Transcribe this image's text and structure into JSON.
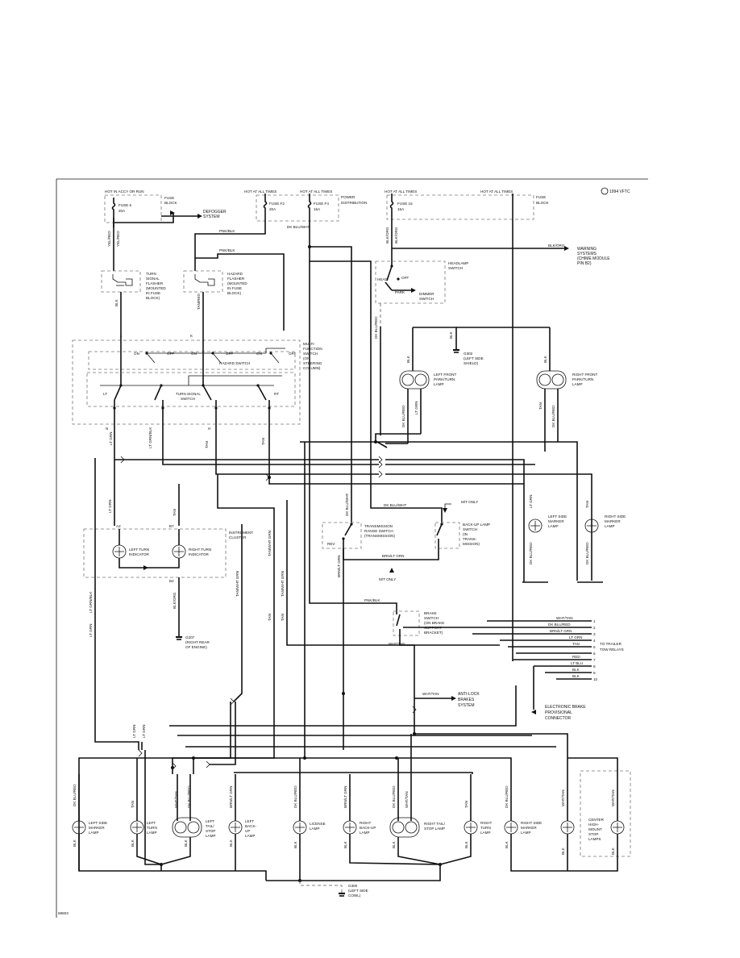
{
  "top": {
    "fuse_block_1": {
      "hot": "HOT IN ACCY OR RUN",
      "fuse": "FUSE 6",
      "amp": "20A",
      "label1": "FUSE",
      "label2": "BLOCK"
    },
    "fuse_block_2": {
      "hot1": "HOT AT ALL TIMES",
      "hot2": "HOT AT ALL TIMES",
      "fuse_a": "FUSE F2",
      "amp_a": "20A",
      "fuse_b": "FUSE F4",
      "amp_b": "15A",
      "label1": "POWER",
      "label2": "DISTRIBUTION"
    },
    "fuse_block_3": {
      "hot1": "HOT AT ALL TIMES",
      "hot2": "HOT AT ALL TIMES",
      "fuse": "FUSE 15",
      "amp": "15A",
      "label1": "FUSE",
      "label2": "BLOCK"
    },
    "code": "1994 VFTC",
    "defogger": [
      "DEFOGGER",
      "SYSTEM"
    ],
    "warning": [
      "WARNING",
      "SYSTEMS",
      "(CHIME MODULE",
      "PIN B2)"
    ]
  },
  "wires": {
    "yel_red": "YEL/RED",
    "pnk_blk": "PNK/BLK",
    "dk_blu_wht": "DK BLU/WHT",
    "blk_org": "BLK/ORG",
    "blk": "BLK",
    "tan_red": "TAN/RED",
    "lt_grn": "LT GRN",
    "tan": "TAN",
    "dk_blu_red": "DK BLU/RED",
    "brn_lt_grn": "BRN/LT GRN",
    "wht_tan": "WHT/TAN",
    "tan_wht_grn": "TAN/WHT GRN",
    "lt_grn_blk": "LT GRN/BLK",
    "lt_blu": "LT BLU",
    "red": "RED",
    "pnk_blk2": "PNK/BLK"
  },
  "components": {
    "turn_flasher": [
      "TURN",
      "SIGNAL",
      "FLASHER",
      "(MOUNTED",
      "IN FUSE",
      "BLOCK)"
    ],
    "hazard_flasher": [
      "HAZARD",
      "FLASHER",
      "(MOUNTED",
      "IN FUSE",
      "BLOCK)"
    ],
    "multi_function": [
      "MULTI-",
      "FUNCTION",
      "SWITCH",
      "(ON",
      "STEERING",
      "COLUMN)"
    ],
    "hazard_switch": "HAZARD SWITCH",
    "turn_signal_switch": [
      "TURN SIGNAL",
      "SWITCH"
    ],
    "on": "ON",
    "off": "OFF",
    "lt": "LT",
    "rt": "RT",
    "headlamp_switch": [
      "HEADLAMP",
      "SWITCH"
    ],
    "head": "HEAD",
    "park": "PARK",
    "dimmer": [
      "DIMMER",
      "SWITCH"
    ],
    "g302": [
      "G302",
      "(LEFT SIDE",
      "SHIELD)"
    ],
    "left_front_park": [
      "LEFT FRONT",
      "PARK/TURN",
      "LAMP"
    ],
    "right_front_park": [
      "RIGHT FRONT",
      "PARK/TURN",
      "LAMP"
    ],
    "trans_range": [
      "TRANSMISSION",
      "RANGE SWITCH",
      "(TRANSMISSION)"
    ],
    "rev": "REV",
    "backup_switch": [
      "BACK-UP LAMP",
      "SWITCH",
      "(IN",
      "TRANS-",
      "MISSION)"
    ],
    "mt_only": "M/T ONLY",
    "instrument_cluster": [
      "INSTRUMENT",
      "CLUSTER"
    ],
    "left_turn_ind": [
      "LEFT TURN",
      "INDICATOR"
    ],
    "right_turn_ind": [
      "RIGHT TURN",
      "INDICATOR"
    ],
    "g207": [
      "G207",
      "(RIGHT REAR",
      "OF ENGINE)"
    ],
    "left_side_marker_front": [
      "LEFT SIDE",
      "MARKER",
      "LAMP"
    ],
    "right_side_marker_front": [
      "RIGHT SIDE",
      "MARKER",
      "LAMP"
    ],
    "brake_switch": [
      "BRAKE",
      "SWITCH",
      "(ON BRAKE",
      "SUPPORT",
      "BRACKET)"
    ],
    "to_trailer": [
      "TO TRAILER",
      "TOW RELAYS"
    ],
    "anti_lock": [
      "ANTI-LOCK",
      "BRAKES",
      "SYSTEM"
    ],
    "elec_brake": [
      "ELECTRONIC BRAKE",
      "PROVISIONAL",
      "CONNECTOR"
    ],
    "g300": [
      "G300",
      "(LEFT SIDE",
      "COWL)"
    ],
    "rear_lamps": [
      [
        "LEFT SIDE",
        "MARKER",
        "LAMP"
      ],
      [
        "LEFT",
        "TURN",
        "LAMP"
      ],
      [
        "LEFT",
        "TAIL/",
        "STOP",
        "LAMP"
      ],
      [
        "LEFT",
        "BACK-",
        "UP",
        "LAMP"
      ],
      [
        "LICENSE",
        "LAMP"
      ],
      [
        "RIGHT",
        "BACK-UP",
        "LAMP"
      ],
      [
        "RIGHT TAIL/",
        "STOP LAMP"
      ],
      [
        "RIGHT",
        "TURN",
        "LAMP"
      ],
      [
        "RIGHT SIDE",
        "MARKER",
        "LAMP"
      ],
      [
        "CENTER",
        "HIGH-",
        "MOUNT",
        "STOP",
        "LAMPS"
      ]
    ],
    "trailer_pins": [
      "1",
      "2",
      "3",
      "4",
      "5",
      "6",
      "7",
      "8",
      "9",
      "10"
    ],
    "connector_pins": {
      "a2": "A2",
      "b7": "B7",
      "b2": "B2",
      "l": "L",
      "k": "K",
      "h": "H",
      "n": "N"
    }
  },
  "footer": {
    "code": "68603"
  }
}
